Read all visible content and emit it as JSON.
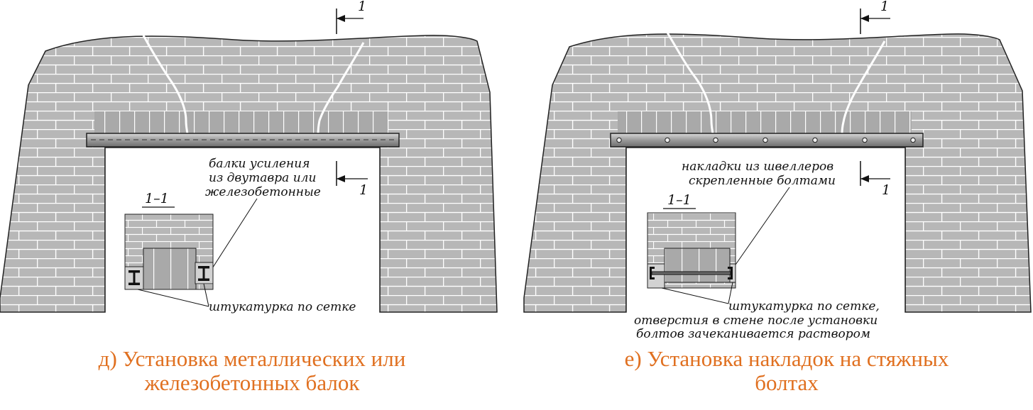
{
  "colors": {
    "brick_fill": "#b7b7b7",
    "mortar": "#ffffff",
    "outline": "#222222",
    "crack": "#ffffff",
    "beam": "#8a8a8a",
    "caption": "#e07020"
  },
  "panel_left": {
    "section_marker_top": "1",
    "section_marker_right": "1",
    "section_title": "1–1",
    "callout_beam": [
      "балки усиления",
      "из двутавра или",
      "железобетонные"
    ],
    "callout_plaster": "штукатурка по сетке",
    "caption": [
      "д) Установка металлических или",
      "железобетонных балок"
    ]
  },
  "panel_right": {
    "section_marker_top": "1",
    "section_marker_right": "1",
    "section_title": "1–1",
    "callout_beam": [
      "накладки из швеллеров",
      "скрепленные болтами"
    ],
    "callout_plaster": [
      "штукатурка по сетке,",
      "отверстия в стене после установки",
      "болтов зачеканивается раствором"
    ],
    "caption": [
      "е) Установка накладок на стяжных",
      "болтах"
    ]
  }
}
